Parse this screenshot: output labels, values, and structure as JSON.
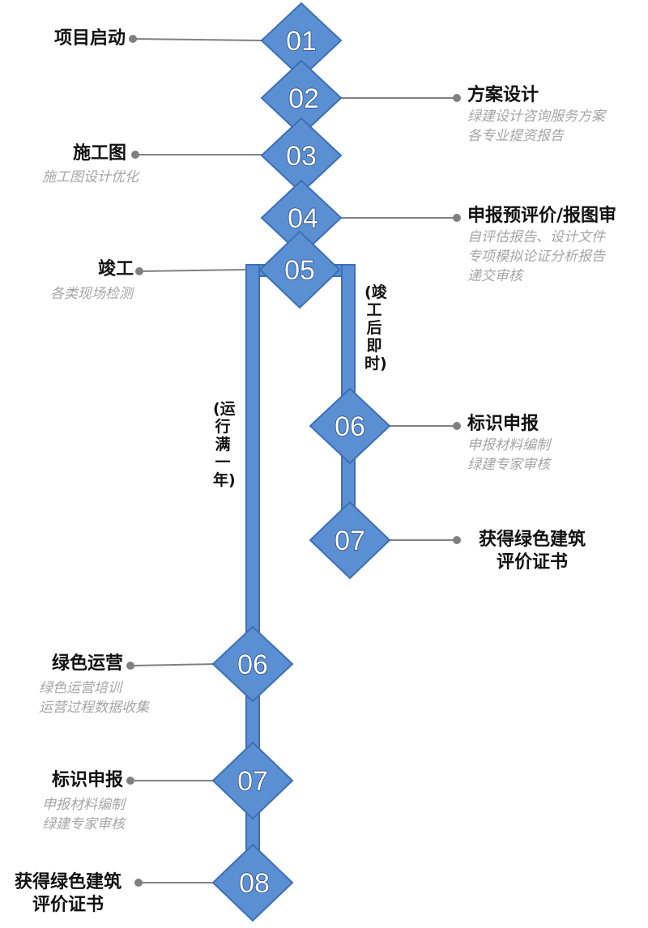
{
  "colors": {
    "diamond_fill": "#5b8fd3",
    "diamond_stroke": "#3d6fb3",
    "line": "#808080",
    "dot": "#808080",
    "title_text": "#111111",
    "sub_text": "#a6a6a6"
  },
  "steps": [
    {
      "id": "s01",
      "number": "01",
      "title": "项目启动",
      "subtitle": []
    },
    {
      "id": "s02",
      "number": "02",
      "title": "方案设计",
      "subtitle": [
        "绿建设计咨询服务方案",
        "各专业提资报告"
      ]
    },
    {
      "id": "s03",
      "number": "03",
      "title": "施工图",
      "subtitle": [
        "施工图设计优化"
      ]
    },
    {
      "id": "s04",
      "number": "04",
      "title": "申报预评价/报图审",
      "subtitle": [
        "自评估报告、设计文件",
        "专项模拟论证分析报告",
        "递交审核"
      ]
    },
    {
      "id": "s05",
      "number": "05",
      "title": "竣工",
      "subtitle": [
        "各类现场检测"
      ]
    },
    {
      "id": "r06",
      "number": "06",
      "title": "标识申报",
      "subtitle": [
        "申报材料编制",
        "绿建专家审核"
      ]
    },
    {
      "id": "r07",
      "number": "07",
      "title": [
        "获得绿色建筑",
        "评价证书"
      ],
      "subtitle": []
    },
    {
      "id": "l06",
      "number": "06",
      "title": "绿色运营",
      "subtitle": [
        "绿色运营培训",
        "运营过程数据收集"
      ]
    },
    {
      "id": "l07",
      "number": "07",
      "title": "标识申报",
      "subtitle": [
        "申报材料编制",
        "绿建专家审核"
      ]
    },
    {
      "id": "l08",
      "number": "08",
      "title": [
        "获得绿色建筑",
        "评价证书"
      ],
      "subtitle": []
    }
  ],
  "branch_notes": {
    "right": "(竣工后即时)",
    "left": "(运行满一年)"
  }
}
